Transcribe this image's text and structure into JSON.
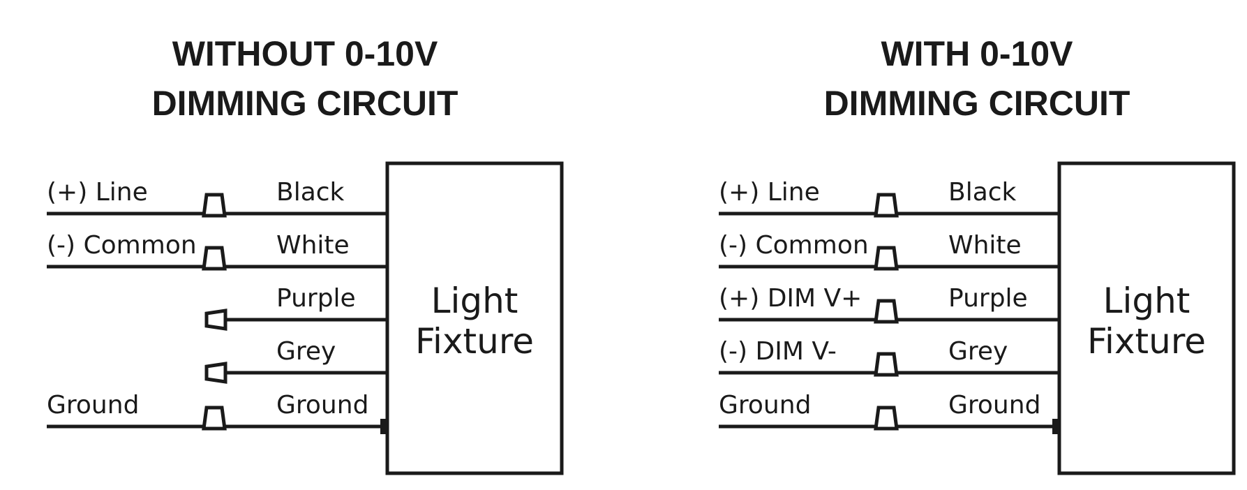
{
  "panels": [
    {
      "title_line1": "WITHOUT 0-10V",
      "title_line2": "DIMMING CIRCUIT",
      "fixture_line1": "Light",
      "fixture_line2": "Fixture",
      "wires": [
        {
          "left_label": "(+) Line",
          "right_label": "Black",
          "connection": "connected"
        },
        {
          "left_label": "(-) Common",
          "right_label": "White",
          "connection": "connected"
        },
        {
          "left_label": "",
          "right_label": "Purple",
          "connection": "capped"
        },
        {
          "left_label": "",
          "right_label": "Grey",
          "connection": "capped"
        },
        {
          "left_label": "Ground",
          "right_label": "Ground",
          "connection": "connected"
        }
      ]
    },
    {
      "title_line1": "WITH 0-10V",
      "title_line2": "DIMMING CIRCUIT",
      "fixture_line1": "Light",
      "fixture_line2": "Fixture",
      "wires": [
        {
          "left_label": "(+) Line",
          "right_label": "Black",
          "connection": "connected"
        },
        {
          "left_label": "(-) Common",
          "right_label": "White",
          "connection": "connected"
        },
        {
          "left_label": "(+) DIM V+",
          "right_label": "Purple",
          "connection": "connected"
        },
        {
          "left_label": "(-) DIM V-",
          "right_label": "Grey",
          "connection": "connected"
        },
        {
          "left_label": "Ground",
          "right_label": "Ground",
          "connection": "connected"
        }
      ]
    }
  ]
}
